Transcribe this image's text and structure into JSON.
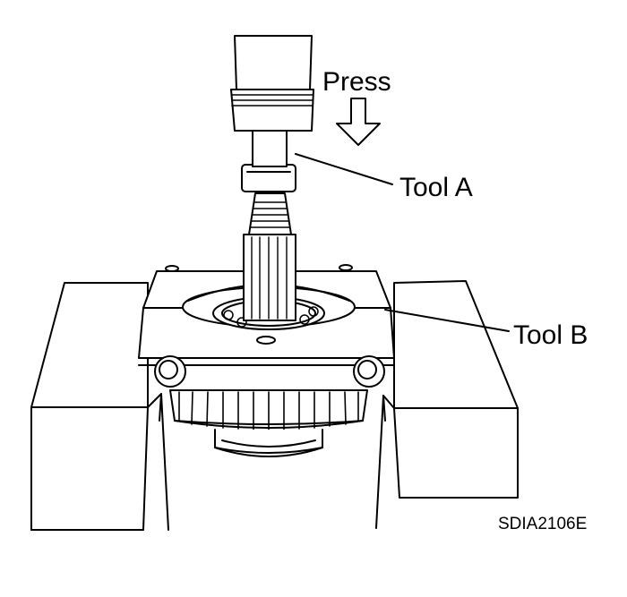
{
  "labels": {
    "press": "Press",
    "tool_a": "Tool A",
    "tool_b": "Tool B",
    "figure_code": "SDIA2106E"
  },
  "colors": {
    "ink": "#000000",
    "paper": "#ffffff",
    "shade": "#e6e6e6"
  }
}
